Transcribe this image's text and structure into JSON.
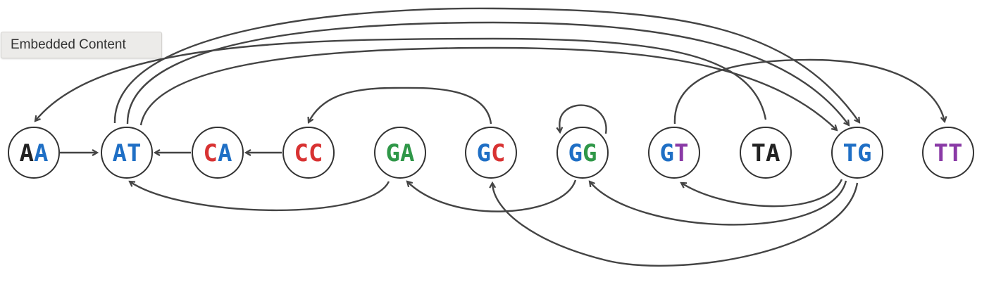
{
  "overlay": {
    "label": "Embedded Content"
  },
  "colors": {
    "A": "#1f6fc5",
    "C": "#d83232",
    "G": "#2f9748",
    "T": "#8a3aa6",
    "N": "#222222"
  },
  "nodes": [
    {
      "id": "AA",
      "chars": [
        {
          "ch": "A",
          "color": "#222222"
        },
        {
          "ch": "A",
          "color": "#1f6fc5"
        }
      ]
    },
    {
      "id": "AT",
      "chars": [
        {
          "ch": "A",
          "color": "#1f6fc5"
        },
        {
          "ch": "T",
          "color": "#1f6fc5"
        }
      ]
    },
    {
      "id": "CA",
      "chars": [
        {
          "ch": "C",
          "color": "#d83232"
        },
        {
          "ch": "A",
          "color": "#1f6fc5"
        }
      ]
    },
    {
      "id": "CC",
      "chars": [
        {
          "ch": "C",
          "color": "#d83232"
        },
        {
          "ch": "C",
          "color": "#d83232"
        }
      ]
    },
    {
      "id": "GA",
      "chars": [
        {
          "ch": "G",
          "color": "#2f9748"
        },
        {
          "ch": "A",
          "color": "#2f9748"
        }
      ]
    },
    {
      "id": "GC",
      "chars": [
        {
          "ch": "G",
          "color": "#1f6fc5"
        },
        {
          "ch": "C",
          "color": "#d83232"
        }
      ]
    },
    {
      "id": "GG",
      "chars": [
        {
          "ch": "G",
          "color": "#1f6fc5"
        },
        {
          "ch": "G",
          "color": "#2f9748"
        }
      ]
    },
    {
      "id": "GT",
      "chars": [
        {
          "ch": "G",
          "color": "#1f6fc5"
        },
        {
          "ch": "T",
          "color": "#8a3aa6"
        }
      ]
    },
    {
      "id": "TA",
      "chars": [
        {
          "ch": "T",
          "color": "#222222"
        },
        {
          "ch": "A",
          "color": "#222222"
        }
      ]
    },
    {
      "id": "TG",
      "chars": [
        {
          "ch": "T",
          "color": "#1f6fc5"
        },
        {
          "ch": "G",
          "color": "#1f6fc5"
        }
      ]
    },
    {
      "id": "TT",
      "chars": [
        {
          "ch": "T",
          "color": "#8a3aa6"
        },
        {
          "ch": "T",
          "color": "#8a3aa6"
        }
      ]
    }
  ],
  "edges": [
    {
      "from": "AA",
      "to": "AT"
    },
    {
      "from": "CA",
      "to": "AT"
    },
    {
      "from": "CC",
      "to": "CA"
    },
    {
      "from": "TA",
      "to": "AA"
    },
    {
      "from": "AT",
      "to": "TG"
    },
    {
      "from": "AT",
      "to": "TG"
    },
    {
      "from": "AT",
      "to": "TG"
    },
    {
      "from": "GT",
      "to": "TT"
    },
    {
      "from": "GC",
      "to": "CC"
    },
    {
      "from": "GG",
      "to": "GG"
    },
    {
      "from": "GA",
      "to": "AT"
    },
    {
      "from": "GG",
      "to": "GA"
    },
    {
      "from": "TG",
      "to": "GT"
    },
    {
      "from": "TG",
      "to": "GG"
    },
    {
      "from": "TG",
      "to": "GC"
    }
  ]
}
